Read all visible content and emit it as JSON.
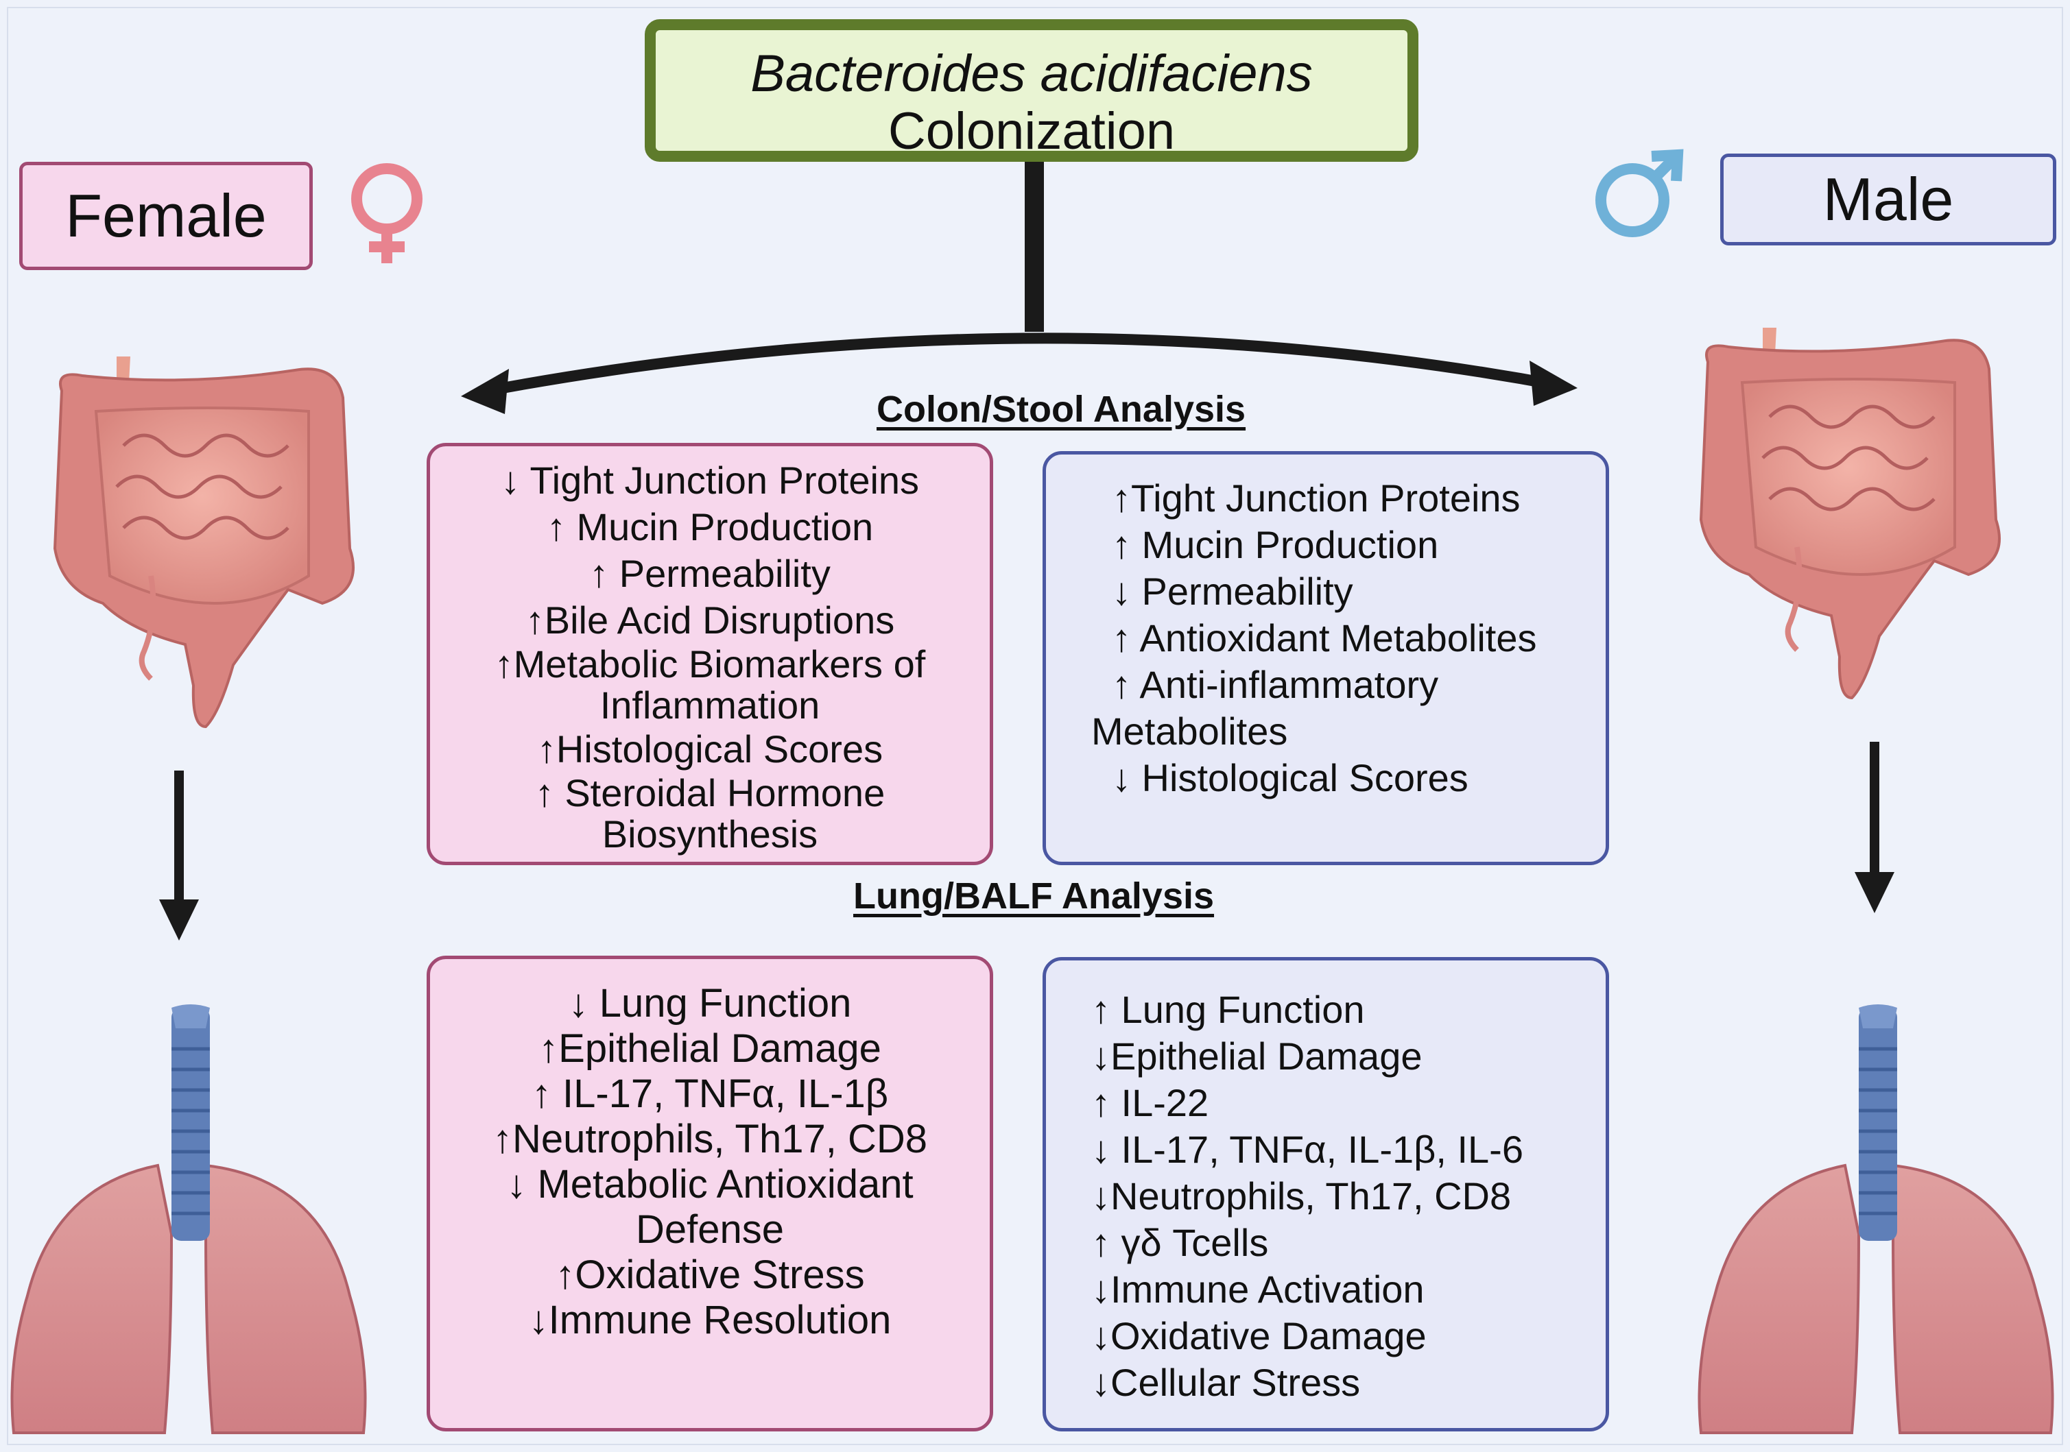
{
  "title": {
    "organism": "Bacteroides acidifaciens",
    "subtitle": "Colonization"
  },
  "female": {
    "label": "Female",
    "symbol": "♀",
    "colon_stool": [
      "↓ Tight Junction Proteins",
      "↑ Mucin Production",
      "↑ Permeability",
      "↑Bile Acid Disruptions",
      "↑Metabolic Biomarkers of",
      "Inflammation",
      "↑Histological Scores",
      "↑ Steroidal Hormone",
      "Biosynthesis"
    ],
    "lung_balf": [
      "↓ Lung Function",
      "↑Epithelial Damage",
      "↑ IL-17, TNFα, IL-1β",
      "↑Neutrophils, Th17, CD8",
      "↓ Metabolic Antioxidant",
      "Defense",
      "↑Oxidative Stress",
      "↓Immune Resolution"
    ]
  },
  "male": {
    "label": "Male",
    "symbol": "♂",
    "colon_stool": [
      "↑Tight Junction Proteins",
      "↑ Mucin Production",
      "↓ Permeability",
      "↑ Antioxidant Metabolites",
      "↑ Anti-inflammatory",
      "Metabolites",
      "↓ Histological Scores"
    ],
    "lung_balf": [
      "↑ Lung Function",
      "↓Epithelial Damage",
      "↑ IL-22",
      "↓ IL-17, TNFα, IL-1β, IL-6",
      "↓Neutrophils, Th17, CD8",
      "↑ γδ Tcells",
      "↓Immune Activation",
      "↓Oxidative Damage",
      "↓Cellular Stress"
    ]
  },
  "sections": {
    "colon": "Colon/Stool Analysis",
    "lung": "Lung/BALF Analysis"
  },
  "colors": {
    "female_fill": "#f7d7ec",
    "female_border": "#a24a73",
    "male_fill": "#e7e9f8",
    "male_border": "#4a57a2",
    "title_fill": "#e9f4d3",
    "title_border": "#5e7b2b",
    "organ_pink": "#d98a8a",
    "trachea_blue": "#5f7fb8"
  },
  "icons": [
    "bacteria-icon",
    "intestine-icon",
    "lungs-icon",
    "female-symbol-icon",
    "male-symbol-icon"
  ]
}
